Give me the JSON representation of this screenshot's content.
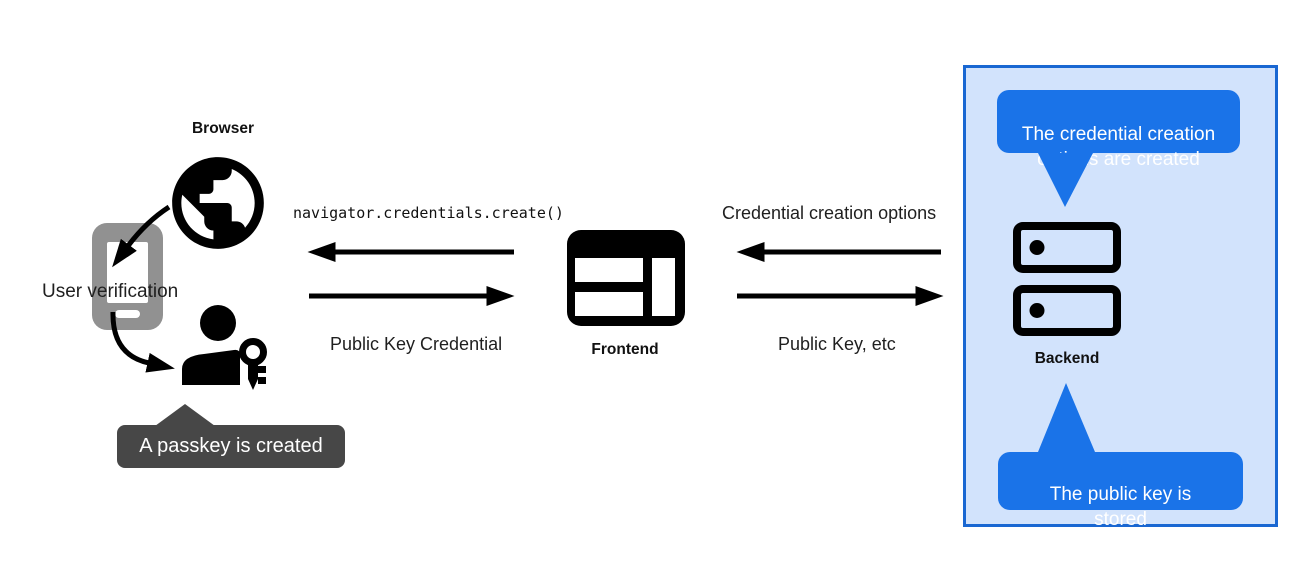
{
  "colors": {
    "accent": "#1a73e8",
    "panelBg": "#d2e3fc",
    "panelBorder": "#1967d2",
    "tooltipBg": "#474747",
    "phoneGray": "#919191",
    "ink": "#000000"
  },
  "left": {
    "browser_label": "Browser",
    "user_verification": "User verification",
    "tooltip": "A passkey is created"
  },
  "frontend": {
    "api_call": "navigator.credentials.create()",
    "return_value": "Public Key Credential",
    "label": "Frontend"
  },
  "backend": {
    "request": "Credential creation options",
    "response": "Public Key, etc",
    "label": "Backend",
    "callout_top": "The credential creation\noptions are created",
    "callout_bottom": "The public key is\nstored"
  }
}
